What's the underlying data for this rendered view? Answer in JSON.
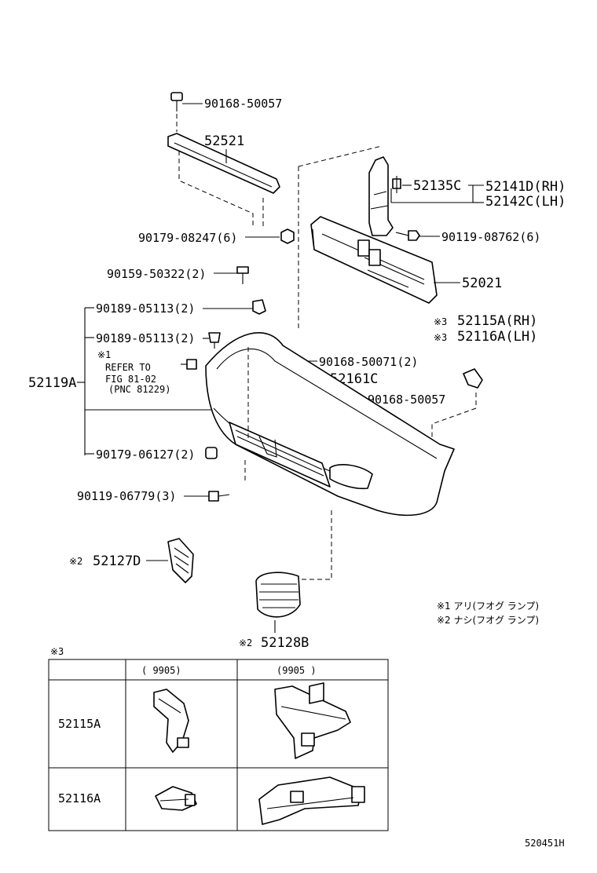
{
  "parts": {
    "bolt_top": "90168-50057",
    "reinforcement": "52521",
    "bracket_code": "52135C",
    "support_rh": "52141D(RH)",
    "support_lh": "52142C(LH)",
    "nut_left": "90179-08247(6)",
    "bolt_right": "90119-08762(6)",
    "absorber": "52021",
    "clip_a": "90159-50322(2)",
    "clip_b": "90189-05113(2)",
    "clip_c": "90189-05113(2)",
    "retainer_rh": "52115A(RH)",
    "retainer_lh": "52116A(LH)",
    "screw_mid": "90168-50071(2)",
    "bracket_mid": "52161C",
    "screw_low": "90168-50057",
    "bumper_cover": "52119A",
    "nut_low": "90179-06127(2)",
    "bolt_low": "90119-06779(3)",
    "cover_left": "52127D",
    "cover_right": "52128B"
  },
  "refer": {
    "line1": "REFER TO",
    "line2": "FIG 81-02",
    "line3": "(PNC 81229)"
  },
  "marks": {
    "m1": "※1",
    "m2": "※2",
    "m3": "※3"
  },
  "legend": {
    "note1": "※1 アリ(フオグ ランプ)",
    "note2": "※2 ナシ(フオグ ランプ)"
  },
  "table": {
    "mark": "※3",
    "col1": "(     9905)",
    "col2": "(9905      )",
    "row1": "52115A",
    "row2": "52116A"
  },
  "figure_id": "520451H"
}
